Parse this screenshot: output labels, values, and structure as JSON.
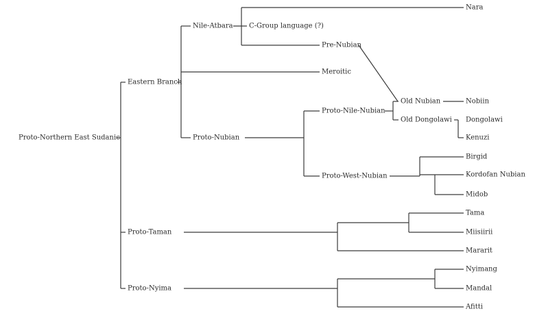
{
  "tree": {
    "nodes": [
      {
        "id": "root",
        "label": "Proto-Northern East Sudanic"
      },
      {
        "id": "eastern",
        "label": "Eastern Branch"
      },
      {
        "id": "nileatbara",
        "label": "Nile-Atbara"
      },
      {
        "id": "cgroup",
        "label": "C-Group language (?)"
      },
      {
        "id": "nara",
        "label": "Nara"
      },
      {
        "id": "prenubian",
        "label": "Pre-Nubian"
      },
      {
        "id": "meroitic",
        "label": "Meroitic"
      },
      {
        "id": "protonubian",
        "label": "Proto-Nubian"
      },
      {
        "id": "protonilenubian",
        "label": "Proto-Nile-Nubian"
      },
      {
        "id": "oldnubian",
        "label": "Old Nubian"
      },
      {
        "id": "nobiin",
        "label": "Nobiin"
      },
      {
        "id": "olddongolawi",
        "label": "Old Dongolawi"
      },
      {
        "id": "dongolawi",
        "label": "Dongolawi"
      },
      {
        "id": "kenuzi",
        "label": "Kenuzi"
      },
      {
        "id": "protowestnubian",
        "label": "Proto-West-Nubian"
      },
      {
        "id": "birgid",
        "label": "Birgid"
      },
      {
        "id": "kordofan",
        "label": "Kordofan Nubian"
      },
      {
        "id": "midob",
        "label": "Midob"
      },
      {
        "id": "prototaman",
        "label": "Proto-Taman"
      },
      {
        "id": "tama",
        "label": "Tama"
      },
      {
        "id": "miisiirii",
        "label": "Miisiirii"
      },
      {
        "id": "mararit",
        "label": "Mararit"
      },
      {
        "id": "protonyima",
        "label": "Proto-Nyima"
      },
      {
        "id": "nyimang",
        "label": "Nyimang"
      },
      {
        "id": "mandal",
        "label": "Mandal"
      },
      {
        "id": "afitti",
        "label": "Afitti"
      }
    ]
  }
}
